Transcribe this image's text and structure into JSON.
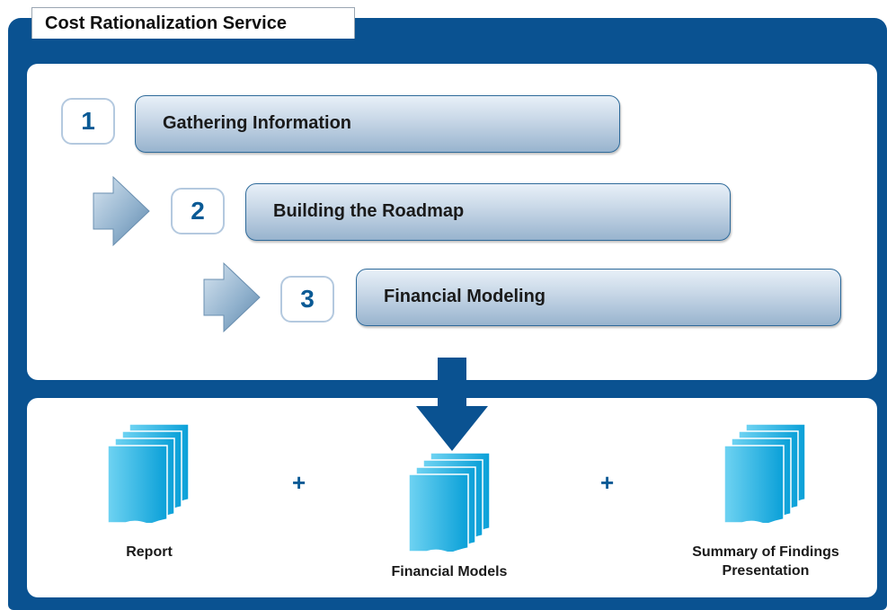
{
  "title": "Cost Rationalization Service",
  "steps": [
    {
      "number": "1",
      "label": "Gathering Information"
    },
    {
      "number": "2",
      "label": "Building the Roadmap"
    },
    {
      "number": "3",
      "label": "Financial Modeling"
    }
  ],
  "deliverables": [
    {
      "label": "Report",
      "icon": "document-stack-icon"
    },
    {
      "label": "Financial Models",
      "icon": "document-stack-icon"
    },
    {
      "label": "Summary of Findings Presentation",
      "icon": "document-stack-icon"
    }
  ],
  "separators": [
    "+",
    "+"
  ],
  "colors": {
    "frame": "#0a5291",
    "accent": "#0a5a95",
    "doc_light": "#6fd3f2",
    "doc_dark": "#0aa0d8"
  }
}
